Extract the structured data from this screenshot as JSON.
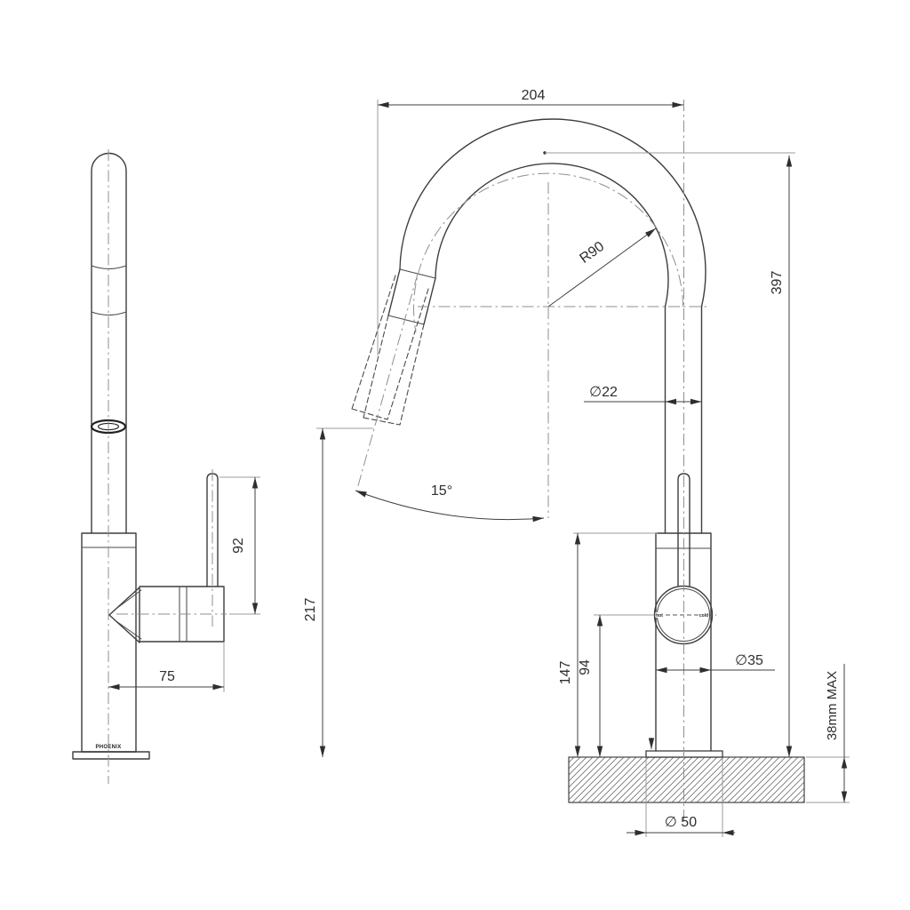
{
  "drawing_kind": "dimensioned technical drawing of a pull-out sink mixer tap, two orthographic views",
  "colors": {
    "background": "#ffffff",
    "geometry_line": "#3d3d3d",
    "dimension_line": "#3f3f3f",
    "extension_line": "#9b9b9b",
    "centerline": "#8f8f8f",
    "text": "#2e2e2e"
  },
  "side_view": {
    "logo_text": "PHOENIX",
    "dims": {
      "lever_above_handle": "92",
      "handle_reach": "75"
    }
  },
  "front_view": {
    "dims": {
      "spout_reach": "204",
      "spout_radius": "R90",
      "spout_tube_diameter": "∅22",
      "height_overall": "397",
      "spray_head_tilt": "15°",
      "outlet_clearance": "217",
      "body_height": "147",
      "mixer_center_height": "94",
      "body_diameter": "∅35",
      "mounting_max": "38mm MAX",
      "base_diameter": "∅ 50",
      "hot_marker": "hot",
      "cold_marker": "cold"
    }
  }
}
